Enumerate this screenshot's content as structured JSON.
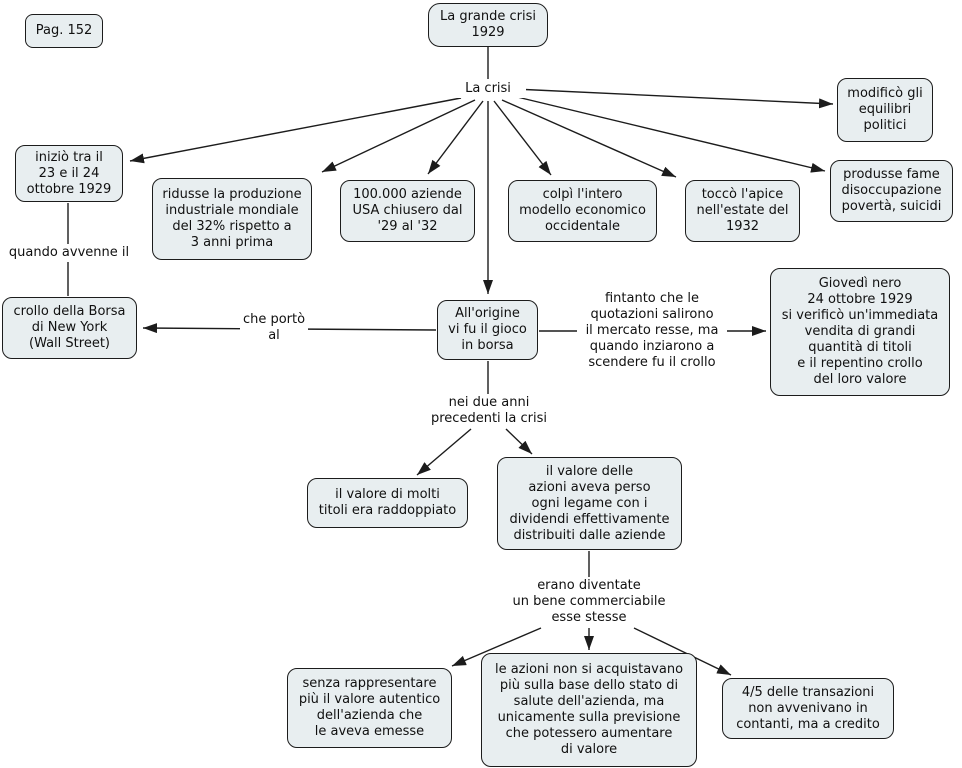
{
  "colors": {
    "background": "#ffffff",
    "node_fill": "#e8eef0",
    "node_border": "#1c1c1c",
    "line": "#1c1c1c",
    "text": "#101010"
  },
  "nodes": {
    "pag": "Pag. 152",
    "grande_crisi": "La grande crisi\n1929",
    "modifico": "modificò gli\nequilibri\npolitici",
    "inizio": "iniziò tra il\n23 e il 24\nottobre 1929",
    "ridusse": "ridusse la produzione\nindustriale mondiale\ndel 32% rispetto a\n3 anni prima",
    "aziende": "100.000 aziende\nUSA chiusero dal\n'29 al '32",
    "colpi": "colpì l'intero\nmodello economico\noccidentale",
    "tocco": "toccò l'apice\nnell'estate del\n1932",
    "produsse": "produsse fame\ndisoccupazione\npovertà, suicidi",
    "crollo": "crollo della Borsa\ndi New York\n(Wall Street)",
    "origine": "All'origine\nvi fu il gioco\nin borsa",
    "giovedi": "Giovedì nero\n24 ottobre 1929\nsi verificò un'immediata\nvendita di grandi\nquantità di titoli\ne il repentino crollo\ndel loro valore",
    "valore_molti": "il valore di molti\ntitoli era raddoppiato",
    "valore_azioni": "il valore delle\nazioni aveva perso\nogni legame con i\ndividendi effettivamente\ndistribuiti dalle aziende",
    "senza": "senza rappresentare\npiù il valore autentico\ndell'azienda che\nle aveva emesse",
    "azioni_non": "le azioni non si acquistavano\npiù sulla base dello stato di\nsalute dell'azienda, ma\nunicamente sulla previsione\nche potessero aumentare\ndi valore",
    "quattro_quinti": "4/5 delle transazioni\nnon avvenivano in\ncontanti, ma a credito"
  },
  "labels": {
    "la_crisi": "La crisi",
    "quando": "quando avvenne il",
    "che_porto": "che portò\nal",
    "fintanto": "fintanto che le\nquotazioni salirono\nil mercato resse, ma\nquando inziarono a\nscendere fu il crollo",
    "nei_due": "nei due anni\nprecedenti la crisi",
    "erano": "erano diventate\nun bene commerciabile\nesse stesse"
  }
}
